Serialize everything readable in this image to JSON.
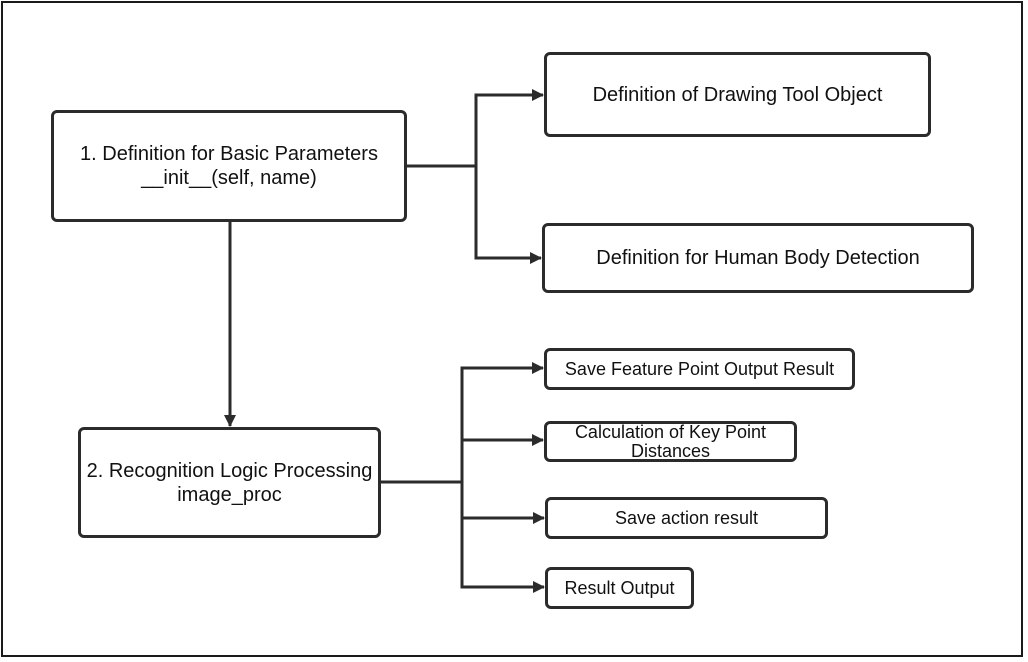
{
  "diagram": {
    "nodes": {
      "basic_params": {
        "line1": "1. Definition for Basic Parameters",
        "line2": "__init__(self, name)"
      },
      "drawing_tool": {
        "label": "Definition of Drawing Tool Object"
      },
      "human_body": {
        "label": "Definition for Human Body Detection"
      },
      "recognition": {
        "line1": "2. Recognition Logic Processing",
        "line2": "image_proc"
      },
      "save_feature": {
        "label": "Save Feature Point Output Result"
      },
      "key_point_distance": {
        "line1": "Calculation of Key Point",
        "line2": "Distances"
      },
      "save_action": {
        "label": "Save action result"
      },
      "result_output": {
        "label": "Result Output"
      }
    },
    "edges": [
      {
        "from": "basic_params",
        "to": "drawing_tool"
      },
      {
        "from": "basic_params",
        "to": "human_body"
      },
      {
        "from": "basic_params",
        "to": "recognition"
      },
      {
        "from": "recognition",
        "to": "save_feature"
      },
      {
        "from": "recognition",
        "to": "key_point_distance"
      },
      {
        "from": "recognition",
        "to": "save_action"
      },
      {
        "from": "recognition",
        "to": "result_output"
      }
    ]
  },
  "colors": {
    "stroke": "#2b2b2b",
    "text": "#111111",
    "background": "#ffffff"
  }
}
